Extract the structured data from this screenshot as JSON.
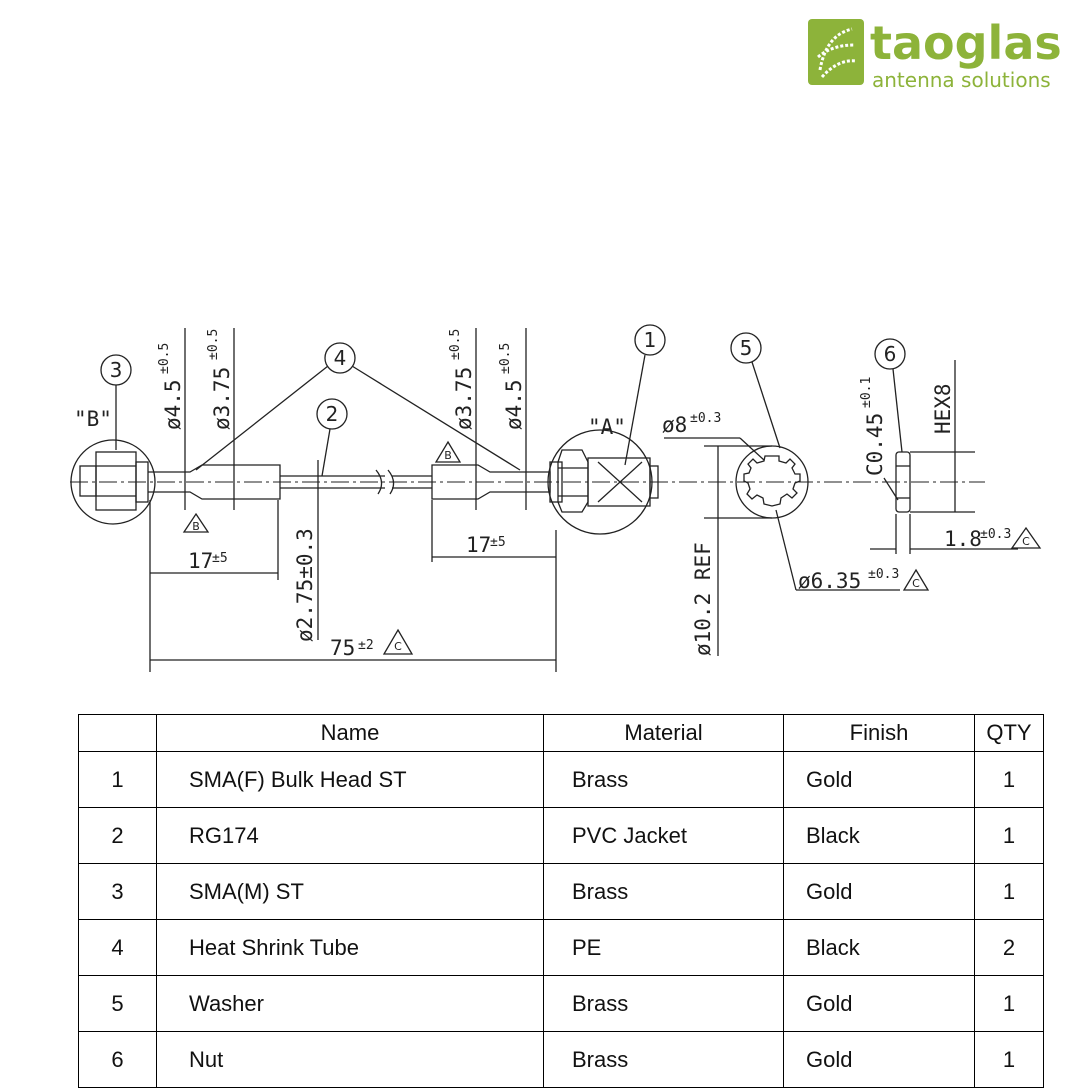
{
  "logo": {
    "wordmark": "taoglas",
    "tagline": "antenna solutions",
    "brand_color": "#8db33a"
  },
  "drawing": {
    "balloons": [
      "1",
      "2",
      "3",
      "4",
      "5",
      "6"
    ],
    "view_labels": {
      "a": "\"A\"",
      "b": "\"B\""
    },
    "dims": {
      "d45_left": "ø4.5",
      "tol05_a": "±0.5",
      "d375_left": "ø3.75",
      "tol05_b": "±0.5",
      "d375_right": "ø3.75",
      "tol05_c": "±0.5",
      "d45_right": "ø4.5",
      "tol05_d": "±0.5",
      "d8": "ø8",
      "tol03_a": "±0.3",
      "c045": "C0.45",
      "tol01": "±0.1",
      "hex8": "HEX8",
      "len17_left": "17",
      "tol5_a": "±5",
      "len17_right": "17",
      "tol5_b": "±5",
      "d275": "ø2.75±0.3",
      "len75": "75",
      "tol2": "±2",
      "d102": "ø10.2 REF",
      "d635": "ø6.35",
      "tol03_b": "±0.3",
      "len18": "1.8",
      "tol03_c": "±0.3",
      "note_b": "B",
      "note_c": "C"
    }
  },
  "table": {
    "headers": [
      "",
      "Name",
      "Material",
      "Finish",
      "QTY"
    ],
    "rows": [
      [
        "1",
        "SMA(F) Bulk Head ST",
        "Brass",
        "Gold",
        "1"
      ],
      [
        "2",
        "RG174",
        "PVC Jacket",
        "Black",
        "1"
      ],
      [
        "3",
        "SMA(M) ST",
        "Brass",
        "Gold",
        "1"
      ],
      [
        "4",
        "Heat Shrink Tube",
        "PE",
        "Black",
        "2"
      ],
      [
        "5",
        "Washer",
        "Brass",
        "Gold",
        "1"
      ],
      [
        "6",
        "Nut",
        "Brass",
        "Gold",
        "1"
      ]
    ]
  }
}
